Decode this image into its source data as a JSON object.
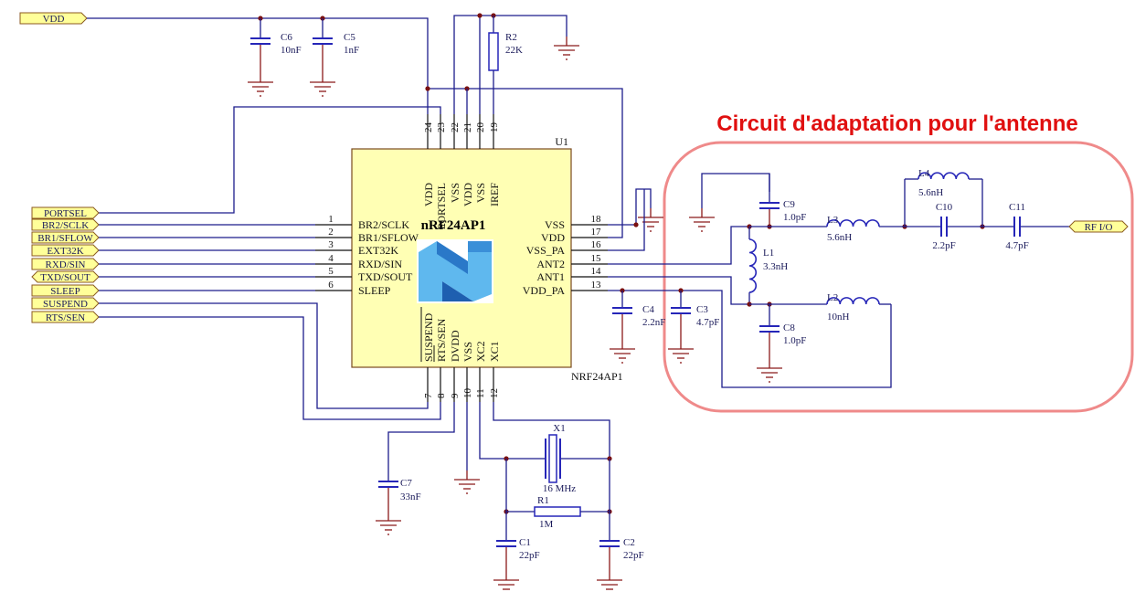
{
  "title": "Circuit d'adaptation pour l'antenne",
  "colors": {
    "wire": "#1c1c8c",
    "component": "#2626b8",
    "ground": "#8b1a1a",
    "junction": "#7a1010",
    "chip_fill": "#ffffb4",
    "port_fill": "#ffff99",
    "highlight": "#ef8a8a",
    "title": "#e01010",
    "logo": "#3a8fd8"
  },
  "chip": {
    "designator": "U1",
    "name": "nRF24AP1",
    "part": "NRF24AP1",
    "logo": "nordic-semiconductor-logo",
    "top_pins": [
      {
        "num": "24",
        "name": "VDD"
      },
      {
        "num": "23",
        "name": "PORTSEL"
      },
      {
        "num": "22",
        "name": "VSS"
      },
      {
        "num": "21",
        "name": "VDD"
      },
      {
        "num": "20",
        "name": "VSS"
      },
      {
        "num": "19",
        "name": "IREF"
      }
    ],
    "left_pins": [
      {
        "num": "1",
        "name": "BR2/SCLK"
      },
      {
        "num": "2",
        "name": "BR1/SFLOW"
      },
      {
        "num": "3",
        "name": "EXT32K"
      },
      {
        "num": "4",
        "name": "RXD/SIN"
      },
      {
        "num": "5",
        "name": "TXD/SOUT"
      },
      {
        "num": "6",
        "name": "SLEEP"
      }
    ],
    "right_pins": [
      {
        "num": "18",
        "name": "VSS"
      },
      {
        "num": "17",
        "name": "VDD"
      },
      {
        "num": "16",
        "name": "VSS_PA"
      },
      {
        "num": "15",
        "name": "ANT2"
      },
      {
        "num": "14",
        "name": "ANT1"
      },
      {
        "num": "13",
        "name": "VDD_PA"
      }
    ],
    "bottom_pins": [
      {
        "num": "7",
        "name": "SUSPEND"
      },
      {
        "num": "8",
        "name": "RTS/SEN"
      },
      {
        "num": "9",
        "name": "DVDD"
      },
      {
        "num": "10",
        "name": "VSS"
      },
      {
        "num": "11",
        "name": "XC2"
      },
      {
        "num": "12",
        "name": "XC1"
      }
    ]
  },
  "ports": {
    "vdd": "VDD",
    "left": [
      "PORTSEL",
      "BR2/SCLK",
      "BR1/SFLOW",
      "EXT32K",
      "RXD/SIN",
      "TXD/SOUT",
      "SLEEP",
      "SUSPEND",
      "RTS/SEN"
    ],
    "rfio": "RF I/O"
  },
  "components": [
    {
      "ref": "C6",
      "value": "10nF"
    },
    {
      "ref": "C5",
      "value": "1nF"
    },
    {
      "ref": "R2",
      "value": "22K"
    },
    {
      "ref": "C4",
      "value": "2.2nF"
    },
    {
      "ref": "C3",
      "value": "4.7pF"
    },
    {
      "ref": "C7",
      "value": "33nF"
    },
    {
      "ref": "X1",
      "value": "16 MHz"
    },
    {
      "ref": "R1",
      "value": "1M"
    },
    {
      "ref": "C1",
      "value": "22pF"
    },
    {
      "ref": "C2",
      "value": "22pF"
    },
    {
      "ref": "C9",
      "value": "1.0pF"
    },
    {
      "ref": "L3",
      "value": "5.6nH"
    },
    {
      "ref": "L4",
      "value": "5.6nH"
    },
    {
      "ref": "C10",
      "value": "2.2pF"
    },
    {
      "ref": "C11",
      "value": "4.7pF"
    },
    {
      "ref": "L1",
      "value": "3.3nH"
    },
    {
      "ref": "C8",
      "value": "1.0pF"
    },
    {
      "ref": "L2",
      "value": "10nH"
    }
  ]
}
